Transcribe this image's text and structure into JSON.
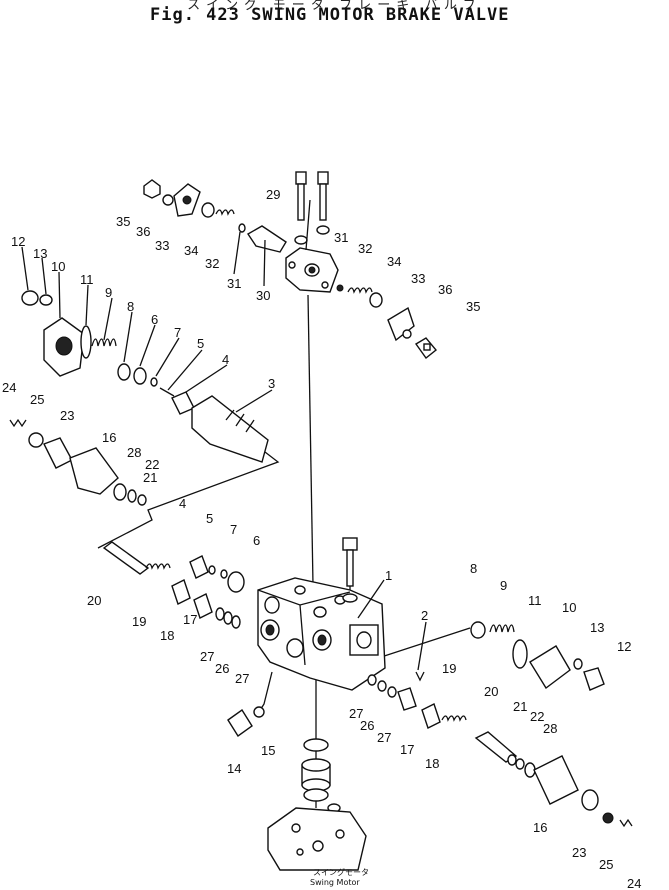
{
  "header": {
    "title_jp": "スイング モータ ブレーキ バルブ",
    "title": "Fig. 423   SWING MOTOR BRAKE VALVE"
  },
  "motor_label": {
    "jp": "スイングモータ",
    "en": "Swing Motor"
  },
  "callouts": [
    "1",
    "2",
    "3",
    "4",
    "5",
    "6",
    "7",
    "8",
    "9",
    "10",
    "11",
    "12",
    "13",
    "14",
    "15",
    "16",
    "17",
    "18",
    "19",
    "20",
    "21",
    "22",
    "23",
    "24",
    "25",
    "26",
    "27",
    "28",
    "29",
    "30",
    "31",
    "32",
    "33",
    "34",
    "35",
    "36"
  ]
}
